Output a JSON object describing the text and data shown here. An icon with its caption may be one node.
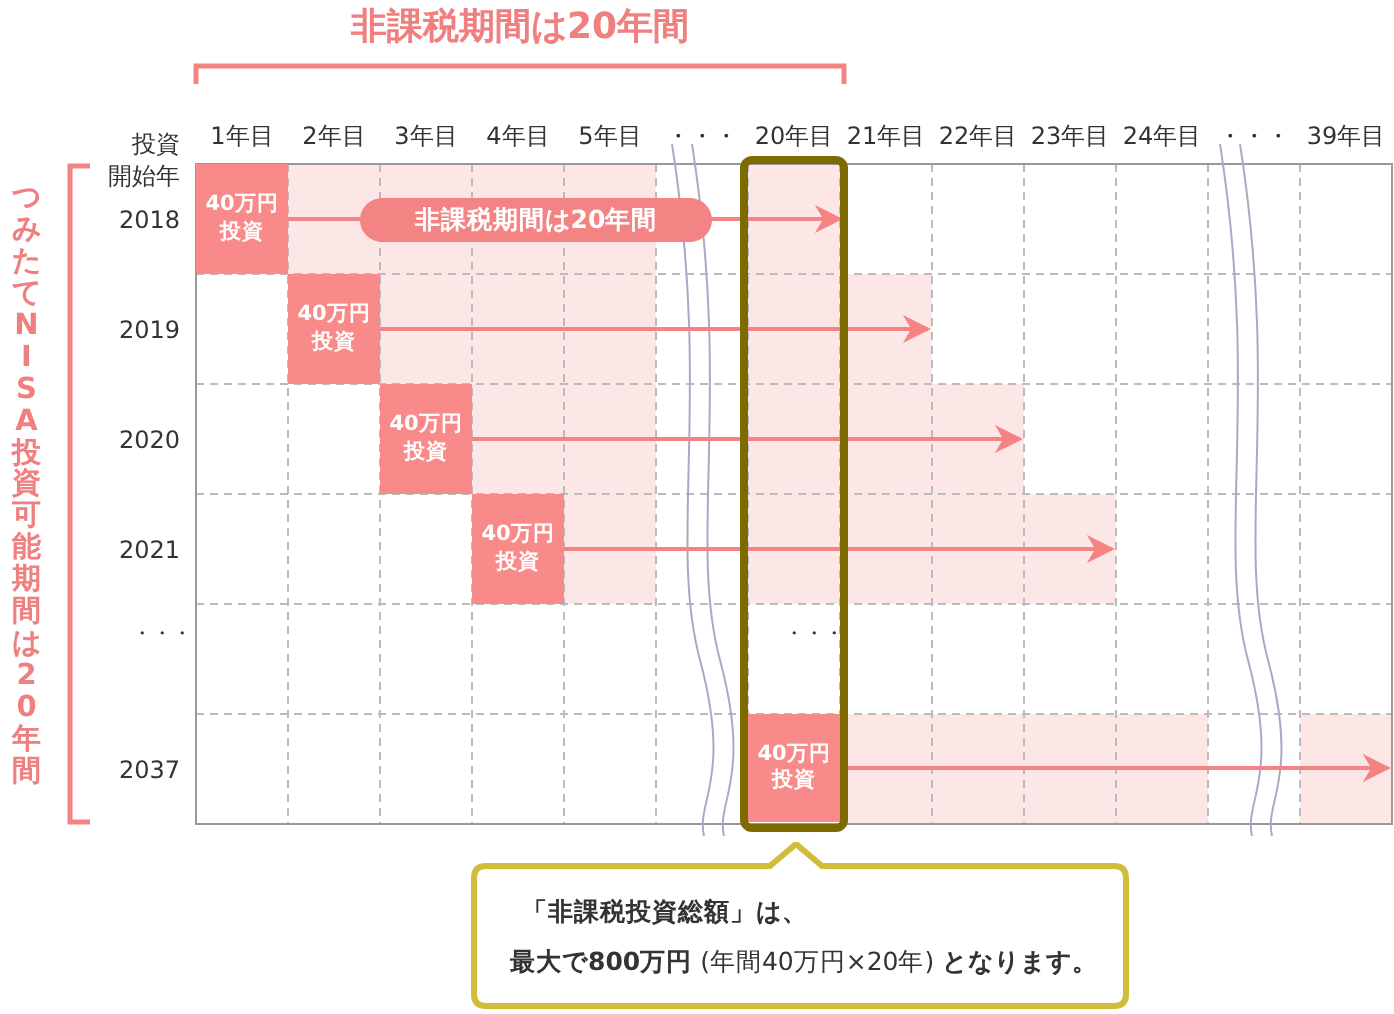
{
  "diagram": {
    "title": "非課税期間は20年間",
    "nodes": [
      {
        "text": [
          "40万円投資"
        ]
      },
      {
        "text": [
          "40万円投資"
        ]
      },
      {
        "text": [
          "40万円投資"
        ]
      },
      {
        "text": [
          "40万円投資"
        ]
      },
      {
        "text": [],
        "shape": "box"
      },
      {
        "text": [
          "40万円投資"
        ],
        "in": 4
      },
      {
        "text": [
          "「非課税投資総額」は、",
          "**最大で800万円** (年間40万円×20年) **となります。**"
        ]
      }
    ],
    "edges": [
      {
        "from": 0,
        "to": 4,
        "arrow": "to",
        "label": "非課税期間は20年間"
      },
      {
        "from": 1,
        "to": null,
        "arrow": "to"
      },
      {
        "from": 2,
        "to": null,
        "arrow": "to"
      },
      {
        "from": 3,
        "to": null,
        "arrow": "to"
      },
      {
        "from": 5,
        "to": null,
        "arrow": "to"
      }
    ],
    "labels": [
      "投資",
      "1年目",
      "2年目",
      "3年目",
      "4年目",
      "5年目",
      "・・・",
      "20年目",
      "21年目",
      "22年目",
      "23年目",
      "24年目",
      "・・・",
      "39年目",
      "開始年",
      "2018",
      "2019",
      "2020",
      "2021",
      "・・・",
      "2037",
      "つみたてNISA投資可能期間は20年間",
      "・・・"
    ]
  }
}
